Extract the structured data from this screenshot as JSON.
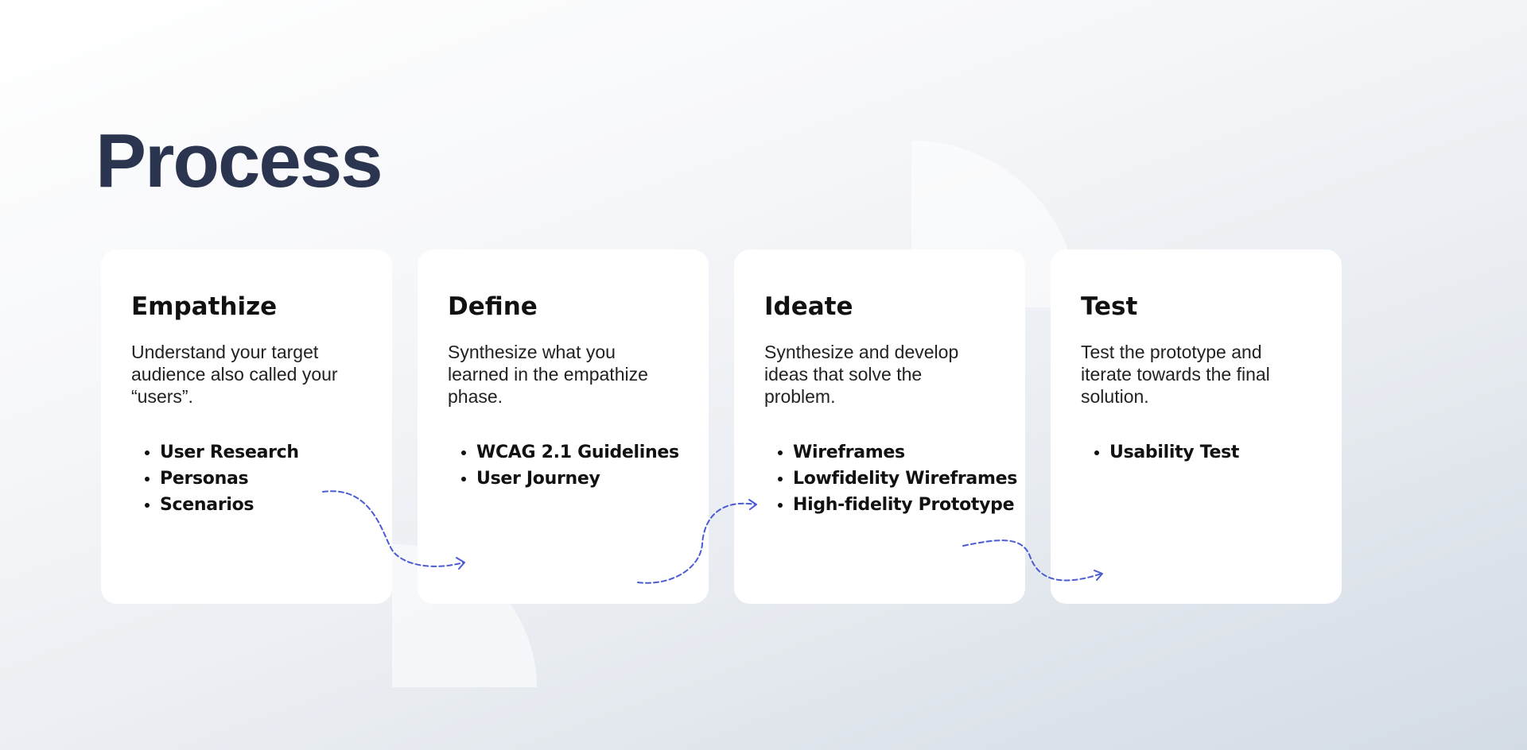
{
  "page": {
    "title": "Process"
  },
  "cards": [
    {
      "title": "Empathize",
      "description": "Understand your target audience also called your “users”.",
      "items": [
        "User Research",
        "Personas",
        "Scenarios"
      ]
    },
    {
      "title": "Define",
      "description": "Synthesize what you learned in the empathize phase.",
      "items": [
        "WCAG 2.1 Guidelines",
        "User Journey"
      ]
    },
    {
      "title": "Ideate",
      "description": "Synthesize and develop ideas that solve the problem.",
      "items": [
        "Wireframes",
        "Lowfidelity Wireframes",
        "High-fidelity Prototype"
      ]
    },
    {
      "title": "Test",
      "description": "Test the prototype and iterate towards the final solution.",
      "items": [
        "Usability Test"
      ]
    }
  ],
  "colors": {
    "title": "#2c3550",
    "arrow": "#4a5bd4",
    "card": "#ffffff"
  }
}
